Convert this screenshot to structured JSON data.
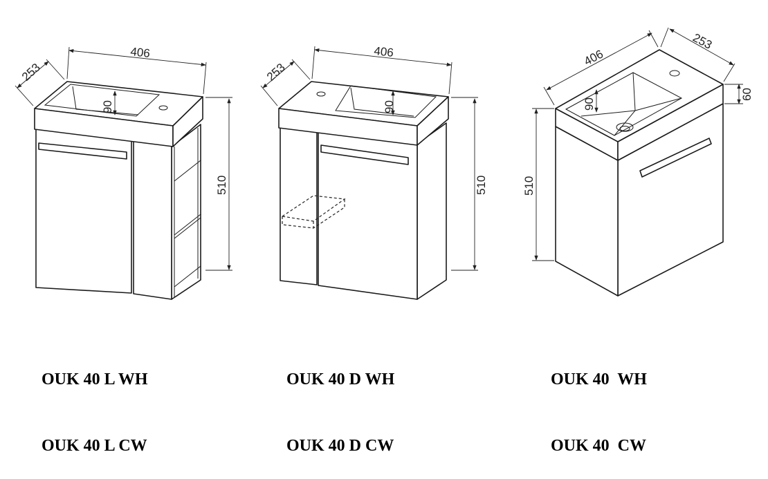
{
  "models": [
    {
      "codes": [
        "OUK 40 L WH",
        "OUK 40 L CW"
      ],
      "dims": {
        "width": "406",
        "depth": "253",
        "height": "510",
        "basin_depth": "90"
      }
    },
    {
      "codes": [
        "OUK 40 D WH",
        "OUK 40 D CW"
      ],
      "dims": {
        "width": "406",
        "depth": "253",
        "height": "510",
        "basin_depth": "90"
      }
    },
    {
      "codes": [
        "OUK 40  WH",
        "OUK 40  CW"
      ],
      "dims": {
        "width": "406",
        "depth": "253",
        "height": "510",
        "basin_depth": "90",
        "top_thickness": "60"
      }
    }
  ]
}
